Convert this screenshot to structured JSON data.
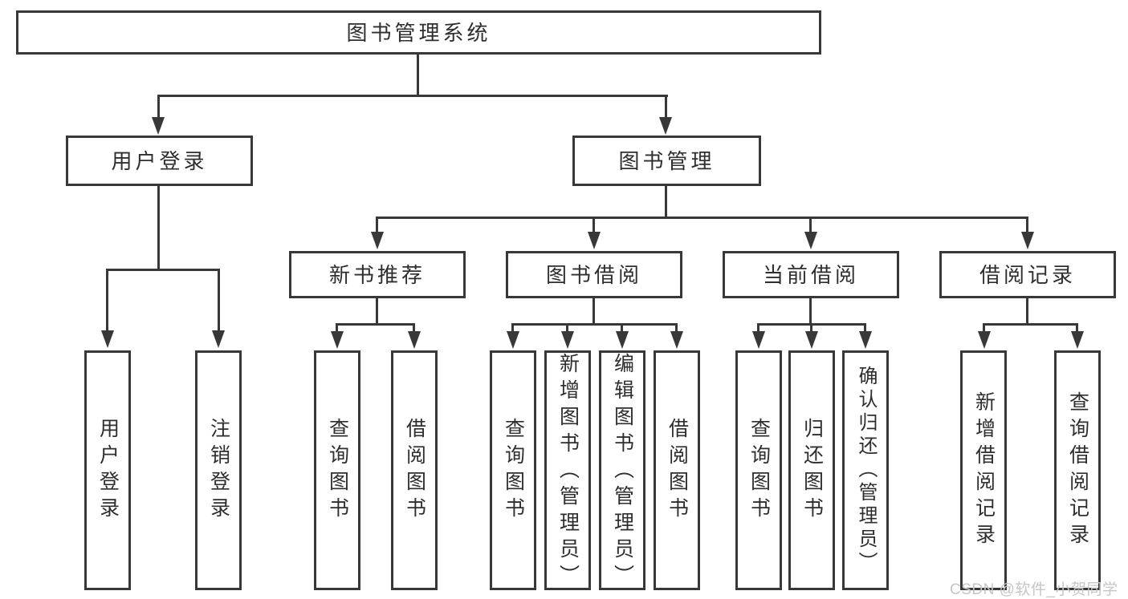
{
  "diagram": {
    "root_label": "图书管理系统",
    "level2": {
      "user_login": "用户登录",
      "book_mgmt": "图书管理"
    },
    "level3": {
      "new_book": "新书推荐",
      "book_borrow": "图书借阅",
      "current_borrow": "当前借阅",
      "borrow_record": "借阅记录"
    },
    "leaves": {
      "user_login": [
        "用户登录",
        "注销登录"
      ],
      "new_book": [
        "查询图书",
        "借阅图书"
      ],
      "book_borrow": [
        "查询图书",
        "新增图书（管理员）",
        "编辑图书（管理员）",
        "借阅图书"
      ],
      "current_borrow": [
        "查询图书",
        "归还图书",
        "确认归还（管理员）"
      ],
      "borrow_record": [
        "新增借阅记录",
        "查询借阅记录"
      ]
    },
    "watermark": "CSDN @软件_小贺同学",
    "colors": {
      "line": "#383838",
      "text": "#2e2e2e",
      "watermark": "#c6c6c6",
      "background": "#ffffff"
    }
  }
}
